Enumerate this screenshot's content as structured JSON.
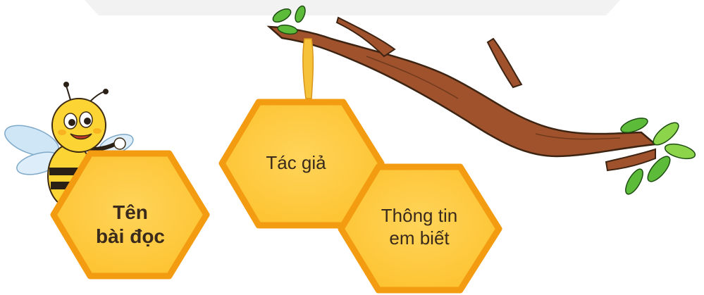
{
  "hexagons": {
    "title_line1": "Tên",
    "title_line2": "bài đọc",
    "author": "Tác giả",
    "info_line1": "Thông tin",
    "info_line2": "em biết"
  },
  "colors": {
    "hex_fill": "#FDC330",
    "hex_border": "#F39C12",
    "branch": "#A0522D",
    "leaf": "#5DBB3A",
    "bee_yellow": "#FCD535",
    "text": "#3A2A1C"
  },
  "icons": {
    "bee": "bee-mascot-icon",
    "branch": "tree-branch-icon"
  }
}
